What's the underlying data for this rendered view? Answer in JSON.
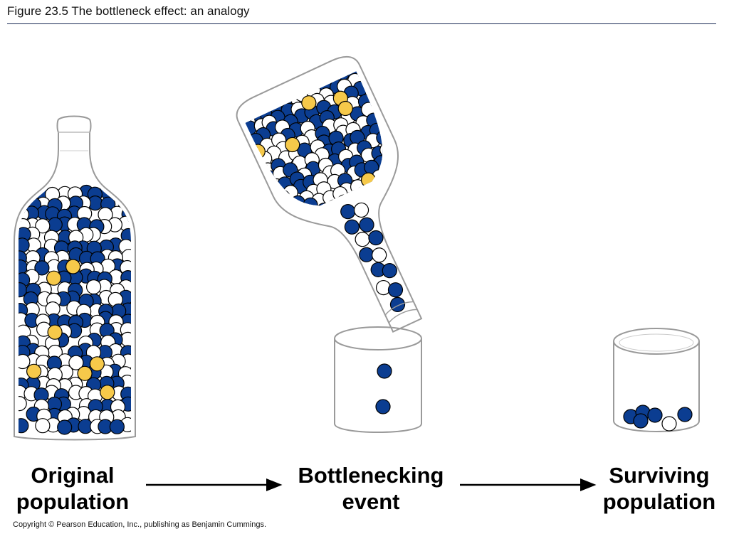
{
  "figure": {
    "title": "Figure 23.5  The bottleneck effect: an analogy"
  },
  "stages": [
    {
      "line1": "Original",
      "line2": "population"
    },
    {
      "line1": "Bottlenecking",
      "line2": "event"
    },
    {
      "line1": "Surviving",
      "line2": "population"
    }
  ],
  "colors": {
    "marble_blue": "#0b3d91",
    "marble_white": "#ffffff",
    "marble_yellow": "#f6c94a",
    "outline": "#000000",
    "glass_stroke": "#9a9a9a",
    "title_rule": "#1b2a55"
  },
  "marbles": {
    "original_population": {
      "total": 230,
      "yellow": 7
    },
    "bottle_in_transit": {
      "total": 240,
      "yellow": 6
    },
    "falling": {
      "blue": 2
    },
    "surviving_population": {
      "blue": 5,
      "white": 1
    }
  },
  "copyright": "Copyright © Pearson Education, Inc., publishing as Benjamin Cummings."
}
